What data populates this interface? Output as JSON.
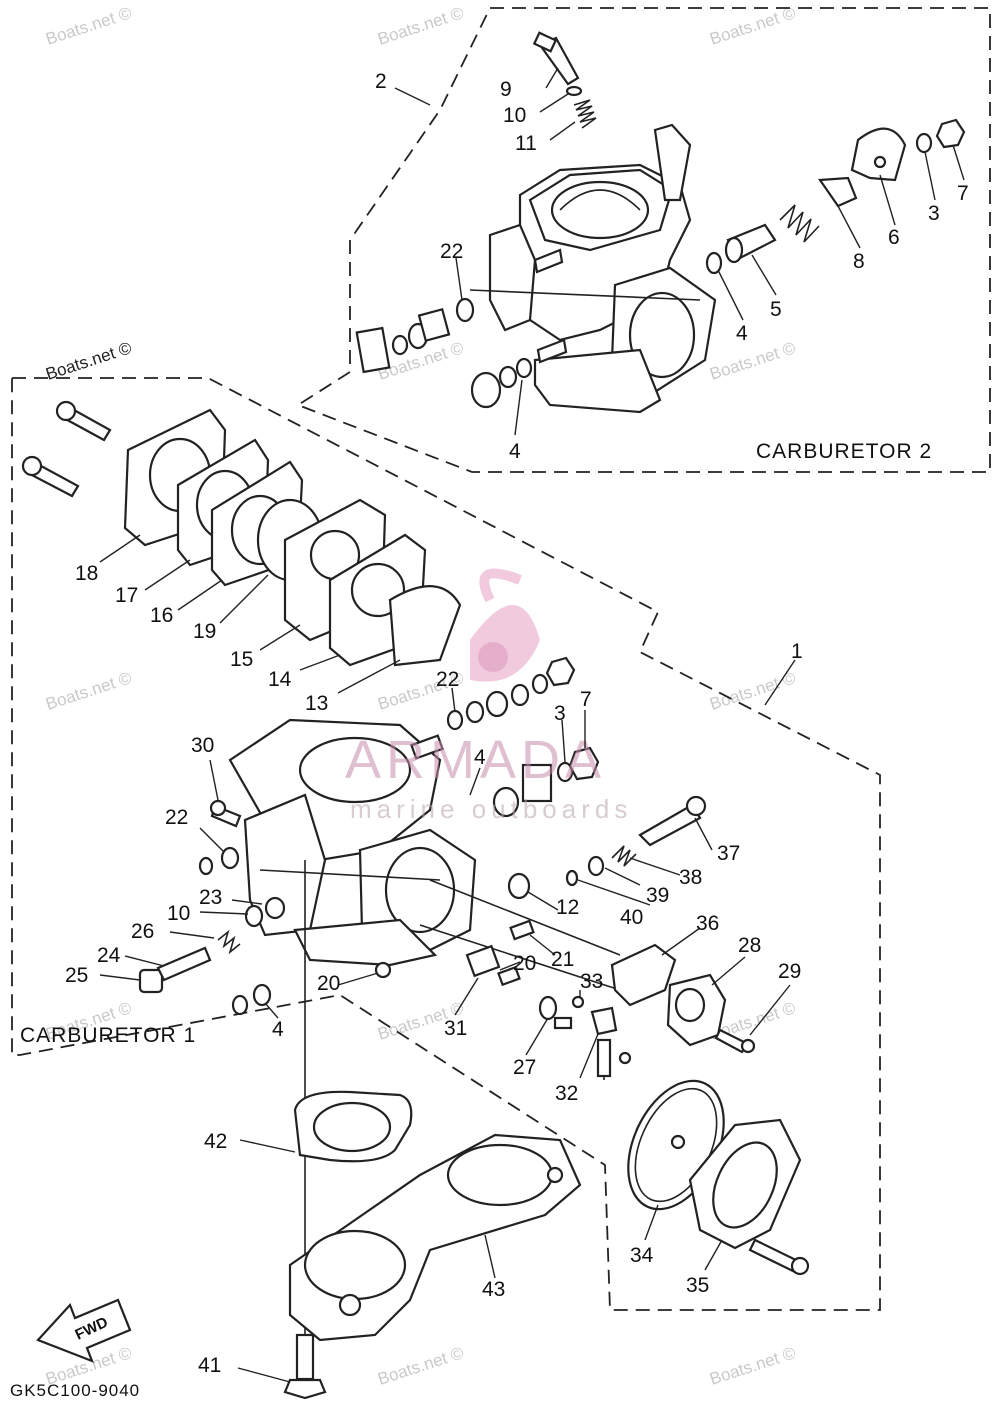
{
  "diagram": {
    "group_labels": {
      "carburetor_2": "CARBURETOR 2",
      "carburetor_1": "CARBURETOR 1"
    },
    "drawing_code": "GK5C100-9040",
    "fwd_arrow_text": "FWD",
    "watermark": {
      "brand": "ARMADA",
      "tagline": "marine outboards",
      "site": "Boats.net ©"
    },
    "part_numbers": {
      "n1": "1",
      "n2": "2",
      "n3a": "3",
      "n3b": "3",
      "n4a": "4",
      "n4b": "4",
      "n4c": "4",
      "n4d": "4",
      "n5": "5",
      "n6": "6",
      "n7a": "7",
      "n7b": "7",
      "n8": "8",
      "n9": "9",
      "n10a": "10",
      "n10b": "10",
      "n11": "11",
      "n12": "12",
      "n13": "13",
      "n14": "14",
      "n15": "15",
      "n16": "16",
      "n17": "17",
      "n18": "18",
      "n19": "19",
      "n20a": "20",
      "n20b": "20",
      "n21": "21",
      "n22a": "22",
      "n22b": "22",
      "n22c": "22",
      "n23": "23",
      "n24": "24",
      "n25": "25",
      "n26": "26",
      "n27": "27",
      "n28": "28",
      "n29": "29",
      "n30": "30",
      "n31": "31",
      "n32": "32",
      "n33": "33",
      "n34": "34",
      "n35": "35",
      "n36": "36",
      "n37": "37",
      "n38": "38",
      "n39": "39",
      "n40": "40",
      "n41": "41",
      "n42": "42",
      "n43": "43"
    }
  }
}
